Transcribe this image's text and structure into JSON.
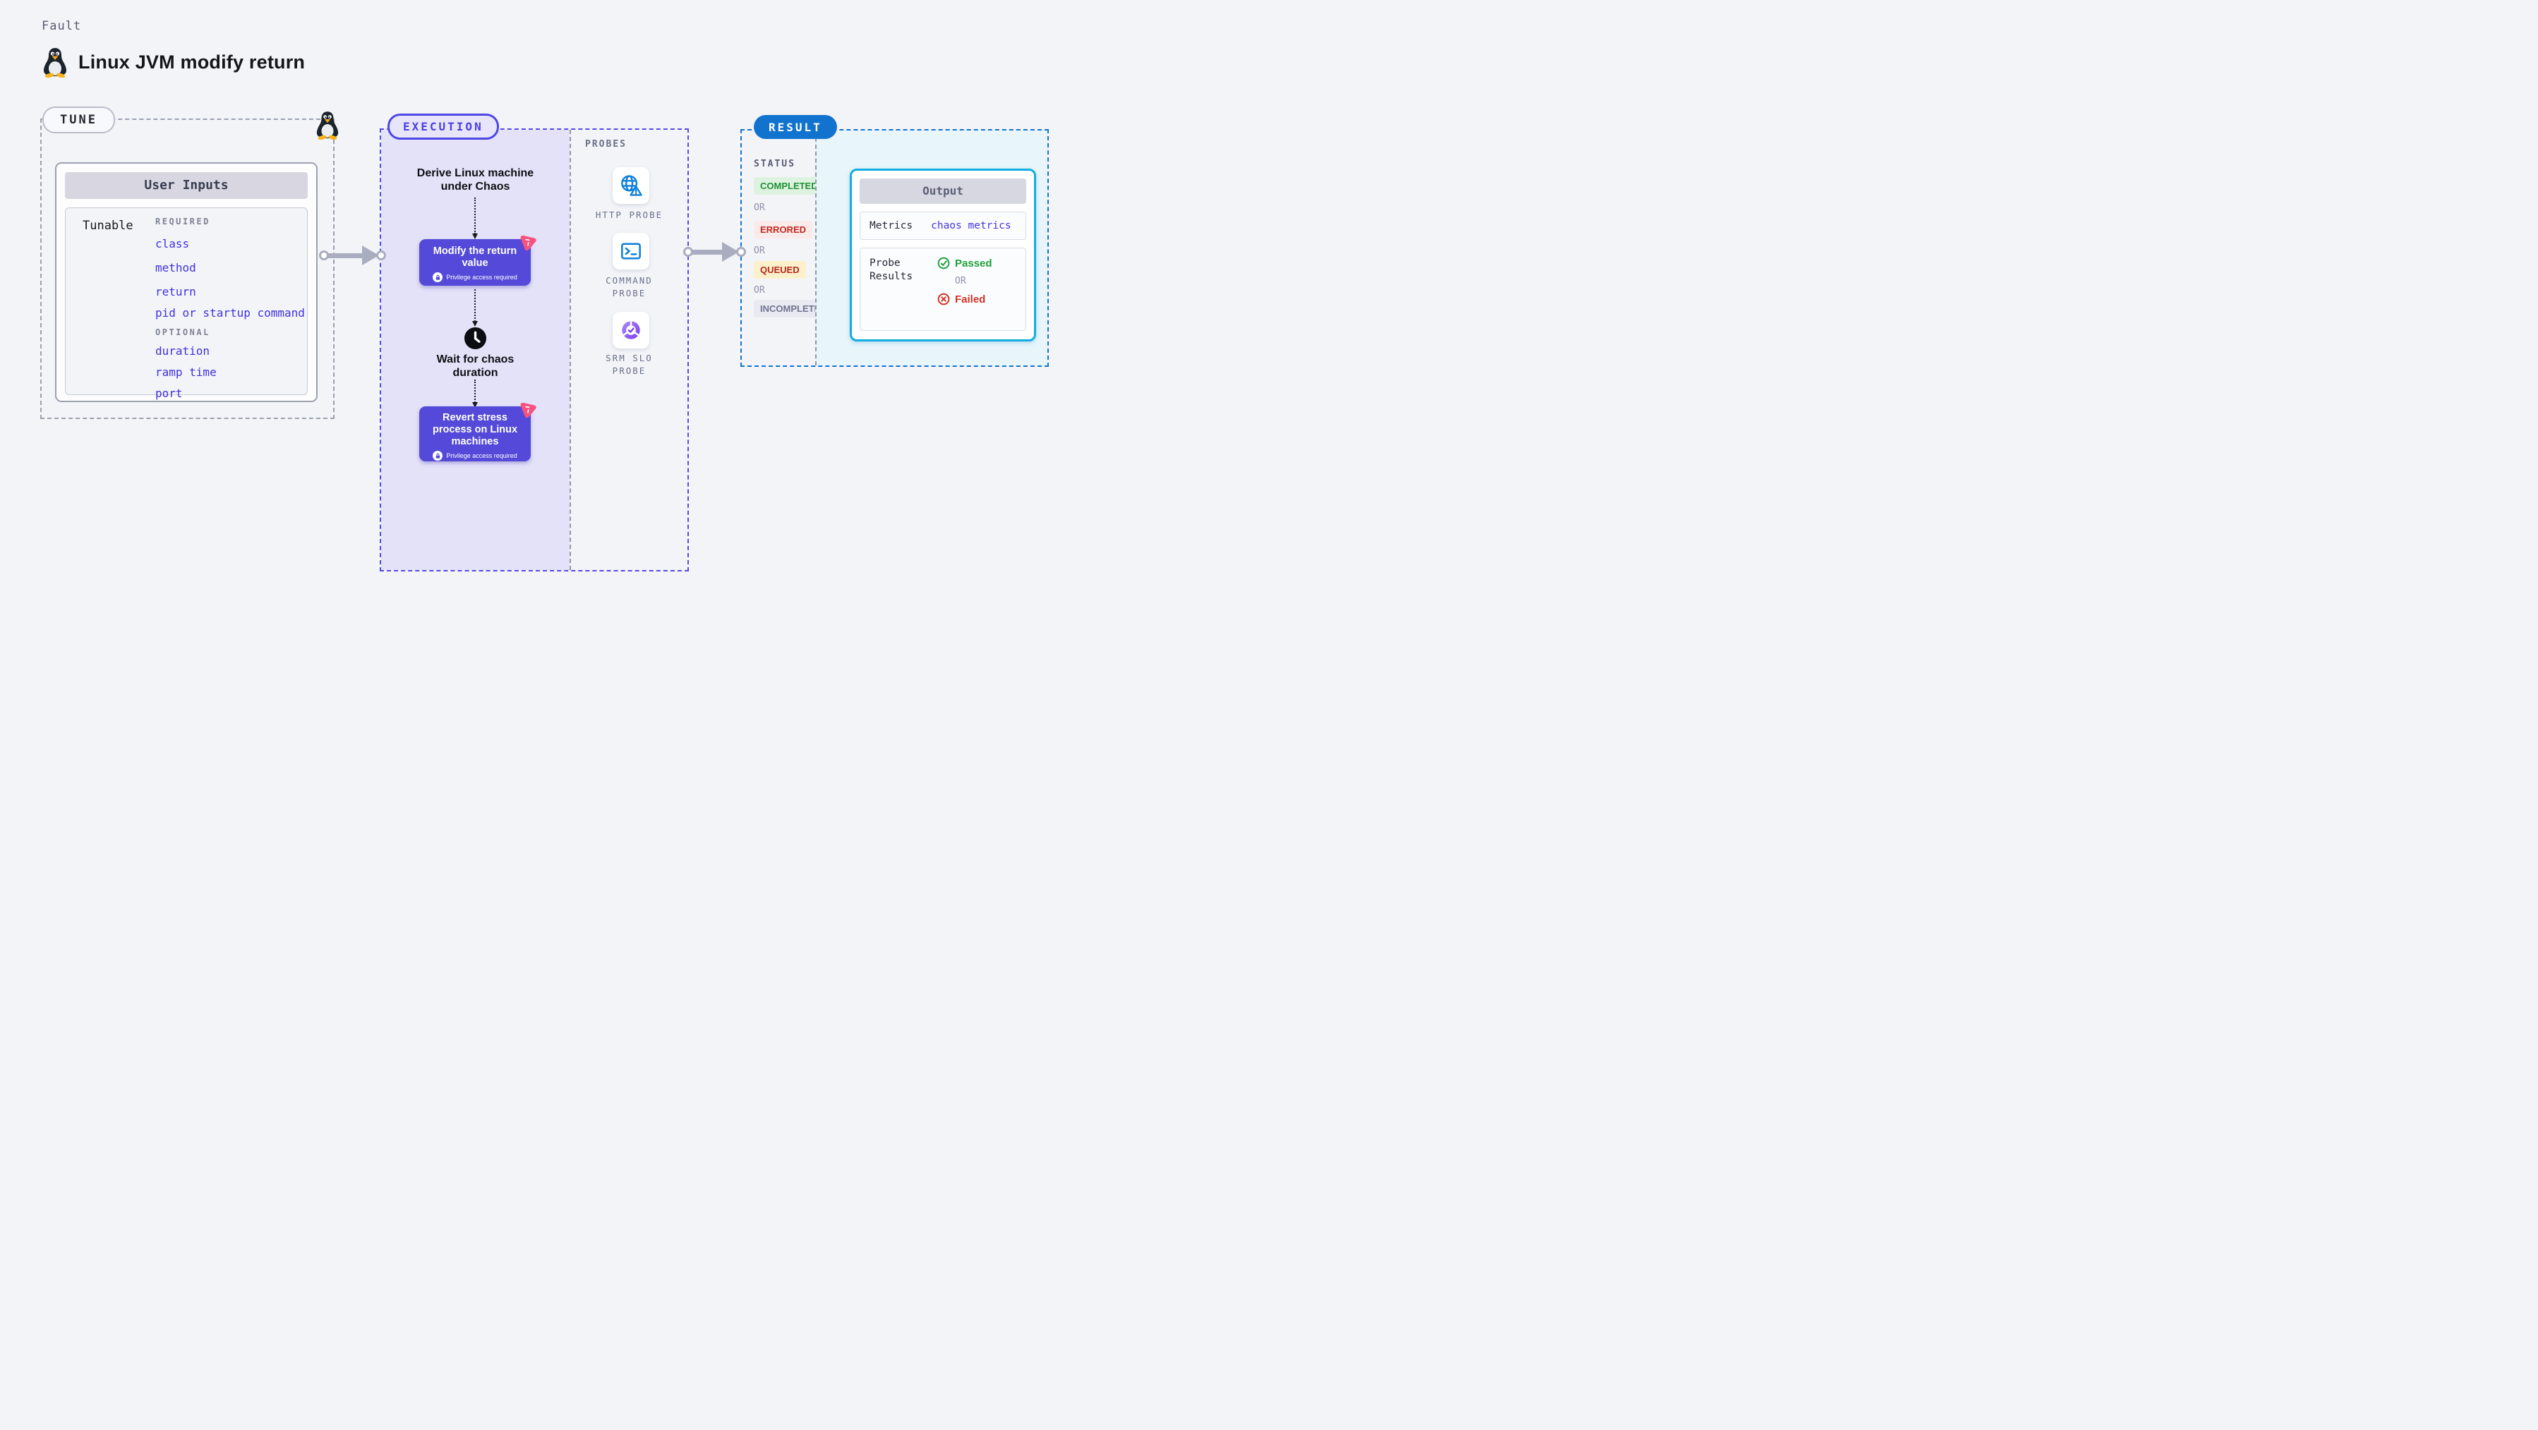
{
  "header": {
    "kicker": "Fault",
    "title": "Linux JVM modify return"
  },
  "tune": {
    "label": "TUNE",
    "card_title": "User Inputs",
    "row_label": "Tunable",
    "required_heading": "REQUIRED",
    "required_items": [
      "class",
      "method",
      "return",
      "pid or startup command"
    ],
    "optional_heading": "OPTIONAL",
    "optional_items": [
      "duration",
      "ramp time",
      "port"
    ]
  },
  "execution": {
    "label": "EXECUTION",
    "derive_step": "Derive Linux machine\nunder Chaos",
    "modify_action": "Modify the return\nvalue",
    "privilege_badge": "Privilege access required",
    "wait_step": "Wait for chaos\nduration",
    "revert_action": "Revert stress\nprocess on Linux\nmachines"
  },
  "probes": {
    "label": "PROBES",
    "items": [
      {
        "label": "HTTP PROBE",
        "icon": "globe-alert"
      },
      {
        "label": "COMMAND\nPROBE",
        "icon": "terminal"
      },
      {
        "label": "SRM SLO\nPROBE",
        "icon": "slo-donut-check"
      }
    ]
  },
  "result": {
    "label": "RESULT",
    "status_heading": "STATUS",
    "or_label": "OR",
    "statuses": [
      {
        "label": "COMPLETED",
        "text_color": "#1d9136",
        "bg_color": "#def3df"
      },
      {
        "label": "ERRORED",
        "text_color": "#c2271d",
        "bg_color": "#fbeaea"
      },
      {
        "label": "QUEUED",
        "text_color": "#b5271d",
        "bg_color": "#fdf1cb"
      },
      {
        "label": "INCOMPLETED",
        "text_color": "#6e7390",
        "bg_color": "#e9eaf1"
      }
    ],
    "output": {
      "title": "Output",
      "metrics_label": "Metrics",
      "metrics_value": "chaos metrics",
      "probe_results_label": "Probe\nResults",
      "passed_label": "Passed",
      "or_label": "OR",
      "failed_label": "Failed"
    }
  },
  "icons": {
    "penguin": "linux-penguin",
    "http_probe": "globe-alert",
    "command_probe": "terminal",
    "srm_probe": "slo-donut-check",
    "wait": "clock",
    "privilege": "lock",
    "passed": "check-circle",
    "failed": "x-circle",
    "chaos_node": "pink-chaos-triangle"
  },
  "colors": {
    "page_bg": "#f3f4f8",
    "execution_accent": "#4f46e5",
    "execution_fill": "#e4e2f8",
    "result_accent": "#1273cf",
    "result_fill": "#e8f5fb",
    "output_border": "#12ade1",
    "action_box": "#5449d8",
    "input_link_blue": "#3f30e0",
    "probe_icon_blue": "#0d7fd8",
    "chaos_pink": "#f9517f",
    "arrow_gray": "#a9adbf"
  }
}
